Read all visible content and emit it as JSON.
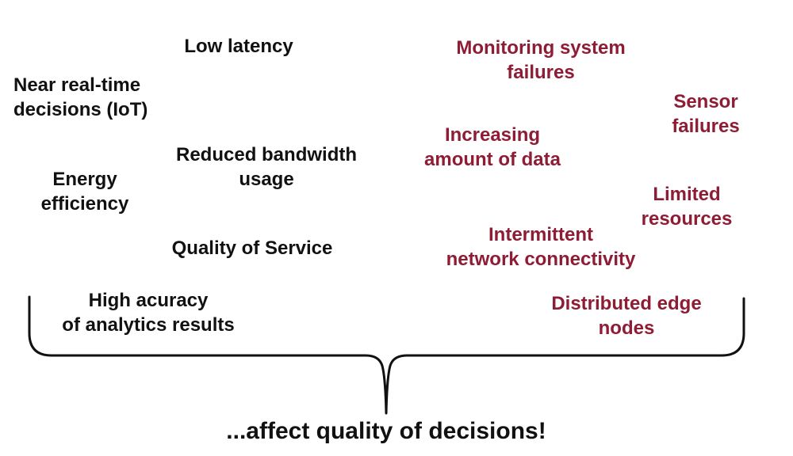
{
  "diagram": {
    "title_hint": "Edge analytics requirements and challenges affecting decision quality",
    "benefits": [
      {
        "id": "low-latency",
        "label": "Low latency"
      },
      {
        "id": "near-real-time-decisions",
        "label": "Near real-time\ndecisions (IoT)"
      },
      {
        "id": "reduced-bandwidth-usage",
        "label": "Reduced bandwidth\nusage"
      },
      {
        "id": "energy-efficiency",
        "label": "Energy\nefficiency"
      },
      {
        "id": "quality-of-service",
        "label": "Quality of Service"
      },
      {
        "id": "high-accuracy",
        "label": "High acuracy\nof analytics results"
      }
    ],
    "challenges": [
      {
        "id": "monitoring-system-failures",
        "label": "Monitoring system\nfailures"
      },
      {
        "id": "sensor-failures",
        "label": "Sensor failures"
      },
      {
        "id": "increasing-amount-of-data",
        "label": "Increasing\namount of data"
      },
      {
        "id": "limited-resources",
        "label": "Limited resources"
      },
      {
        "id": "intermittent-network-connectivity",
        "label": "Intermittent\nnetwork connectivity"
      },
      {
        "id": "distributed-edge-nodes",
        "label": "Distributed edge\nnodes"
      }
    ],
    "conclusion": "...affect quality of decisions!",
    "colors": {
      "benefit_text": "#111111",
      "challenge_text": "#8e1c34",
      "brace": "#111111",
      "background": "#ffffff"
    }
  }
}
